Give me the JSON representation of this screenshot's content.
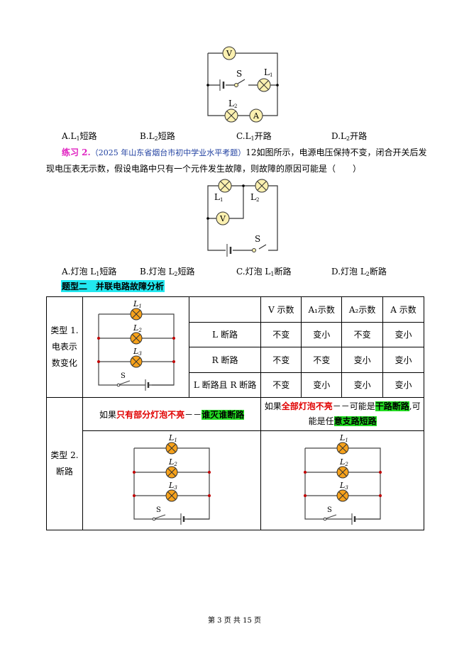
{
  "q1_circuit": {
    "v": "V",
    "a": "A",
    "s": "S",
    "l1": "L",
    "l1_sub": "1",
    "l2": "L",
    "l2_sub": "2"
  },
  "q1_options": [
    {
      "pre": "A.L",
      "sub": "1",
      "post": "短路"
    },
    {
      "pre": "B.L",
      "sub": "2",
      "post": "短路"
    },
    {
      "pre": "C.L",
      "sub": "1",
      "post": "开路"
    },
    {
      "pre": "D.L",
      "sub": "2",
      "post": "开路"
    }
  ],
  "exercise": {
    "label": "练习 2.",
    "source": "（2025 年山东省烟台市初中学业水平考题）",
    "line1": "12如图所示，电源电压保持不变，闭合开关后发",
    "line2": "现电压表无示数，假设电路中只有一个元件发生故障，则故障的原因可能是（　　）"
  },
  "q2_circuit": {
    "v": "V",
    "s": "S",
    "l1": "L",
    "l1_sub": "1",
    "l2": "L",
    "l2_sub": "2"
  },
  "q2_options": [
    {
      "pre": "A.灯泡 L",
      "sub": "1",
      "post": "短路"
    },
    {
      "pre": "B.灯泡 L",
      "sub": "2",
      "post": "短路"
    },
    {
      "pre": "C.灯泡 L",
      "sub": "1",
      "post": "断路"
    },
    {
      "pre": "D.灯泡 L",
      "sub": "2",
      "post": "断路"
    }
  ],
  "section_heading": "题型二　并联电路故障分析",
  "table": {
    "type1_label": [
      "类型 1.",
      "电表示",
      "数变化"
    ],
    "headers": [
      "V 示数",
      "A₁示数",
      "A₂示数",
      "A 示数"
    ],
    "rows": [
      {
        "label": "L 断路",
        "cells": [
          "不变",
          "变小",
          "不变",
          "变小"
        ]
      },
      {
        "label": "R 断路",
        "cells": [
          "不变",
          "不变",
          "变小",
          "变小"
        ]
      },
      {
        "label": "L 断路且 R 断路",
        "cells": [
          "不变",
          "变小",
          "变小",
          "变小"
        ]
      }
    ],
    "type2_label": [
      "类型 2.",
      "断路"
    ],
    "left_note": {
      "pre": "如果",
      "red": "只有部分灯泡不亮",
      "mid": "－－",
      "green": "谁灭谁断路"
    },
    "right_note": {
      "pre": "如果",
      "red": "全部灯泡不亮",
      "mid": "－－可能是",
      "green1": "干路断路",
      "mid2": ",可",
      "line2_pre": "能是任",
      "green2": "意支路短路"
    },
    "circuit_labels": {
      "l": "L",
      "s": "S",
      "subs": [
        "1",
        "2",
        "3"
      ]
    }
  },
  "footer": "第 3 页 共 15 页",
  "colors": {
    "lamp_yellow": "#fbf0b0",
    "lamp_orange": "#f7a21b",
    "junction_red": "#c00000",
    "heading_bg": "#22e8f0",
    "highlight_green": "#22dd22"
  }
}
